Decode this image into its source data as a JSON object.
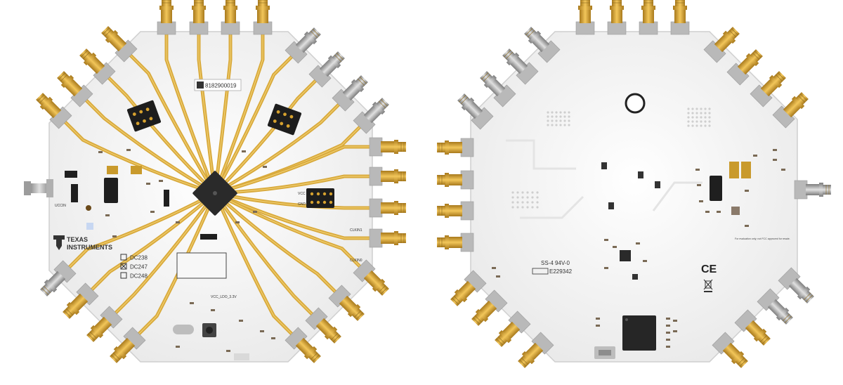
{
  "front": {
    "serial": "8182900019",
    "logo_line1": "TEXAS",
    "logo_line2": "INSTRUMENTS",
    "options": [
      {
        "label": "DC238",
        "checked": false
      },
      {
        "label": "DC247",
        "checked": true
      },
      {
        "label": "DC248",
        "checked": false
      }
    ],
    "left_label": "UCCIN",
    "vcc_label": "VCC",
    "gnd_label": "GND",
    "bottom_label": "VCC_LDO_3.3V",
    "clk_labels": [
      "CLKIN0",
      "CLKIN1"
    ]
  },
  "back": {
    "ul_text": "SS-4  94V-0",
    "ul_number": "E229342",
    "ce_mark": "CE",
    "note": "For evaluation only; not FCC approved for resale."
  },
  "colors": {
    "board": "#f2f2f2",
    "trace": "#d9aa3c",
    "connector_gold": "#d6a12e",
    "chip": "#2a2a2a",
    "silk": "#333333"
  }
}
